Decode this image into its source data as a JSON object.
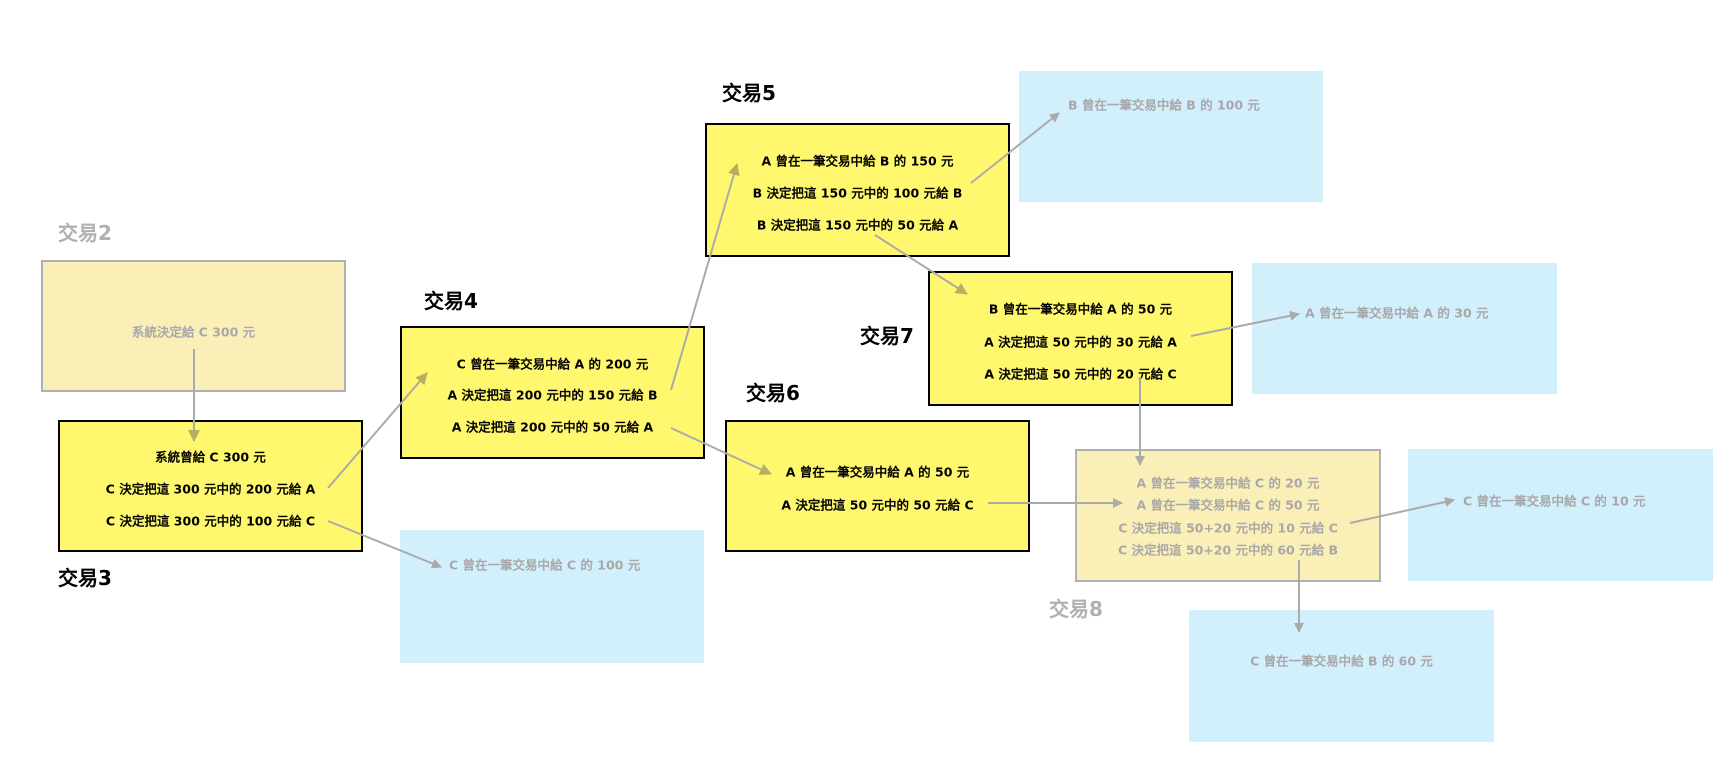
{
  "labels": {
    "t2": "交易2",
    "t3": "交易3",
    "t4": "交易4",
    "t5": "交易5",
    "t6": "交易6",
    "t7": "交易7",
    "t8": "交易8"
  },
  "tx2": {
    "lines": [
      "系統決定給 C 300 元"
    ]
  },
  "tx3": {
    "lines": [
      "系統曾給 C 300 元",
      "C 決定把這 300 元中的 200 元給 A",
      "C 決定把這 300 元中的 100 元給 C"
    ]
  },
  "tx4": {
    "lines": [
      "C 曾在一筆交易中給 A 的 200 元",
      "A 決定把這 200 元中的 150 元給 B",
      "A 決定把這 200 元中的 50 元給 A"
    ]
  },
  "tx5": {
    "lines": [
      "A 曾在一筆交易中給 B 的 150 元",
      "B 決定把這 150 元中的 100 元給 B",
      "B 決定把這 150 元中的 50 元給 A"
    ]
  },
  "tx6": {
    "lines": [
      "A 曾在一筆交易中給 A 的 50 元",
      "A 決定把這 50 元中的 50 元給 C"
    ]
  },
  "tx7": {
    "lines": [
      "B 曾在一筆交易中給 A 的 50 元",
      "A 決定把這 50 元中的 30 元給 A",
      "A 決定把這 50 元中的 20 元給 C"
    ]
  },
  "tx8": {
    "lines": [
      "A 曾在一筆交易中給 C 的 20 元",
      "A 曾在一筆交易中給 C 的 50 元",
      "C 決定把這 50+20 元中的 10 元給 C",
      "C 決定把這 50+20 元中的 60 元給 B"
    ]
  },
  "outputs": {
    "c100": "C 曾在一筆交易中給 C 的 100 元",
    "b100": "B 曾在一筆交易中給 B 的 100 元",
    "a30": "A 曾在一筆交易中給 A 的 30 元",
    "c10": "C 曾在一筆交易中給 C 的 10 元",
    "b60": "C 曾在一筆交易中給 B 的 60 元"
  },
  "colors": {
    "yellow": "#fff86e",
    "faded_yellow": "#fbefb8",
    "blue": "#d2effc",
    "arrow": "#aaaaaa"
  }
}
